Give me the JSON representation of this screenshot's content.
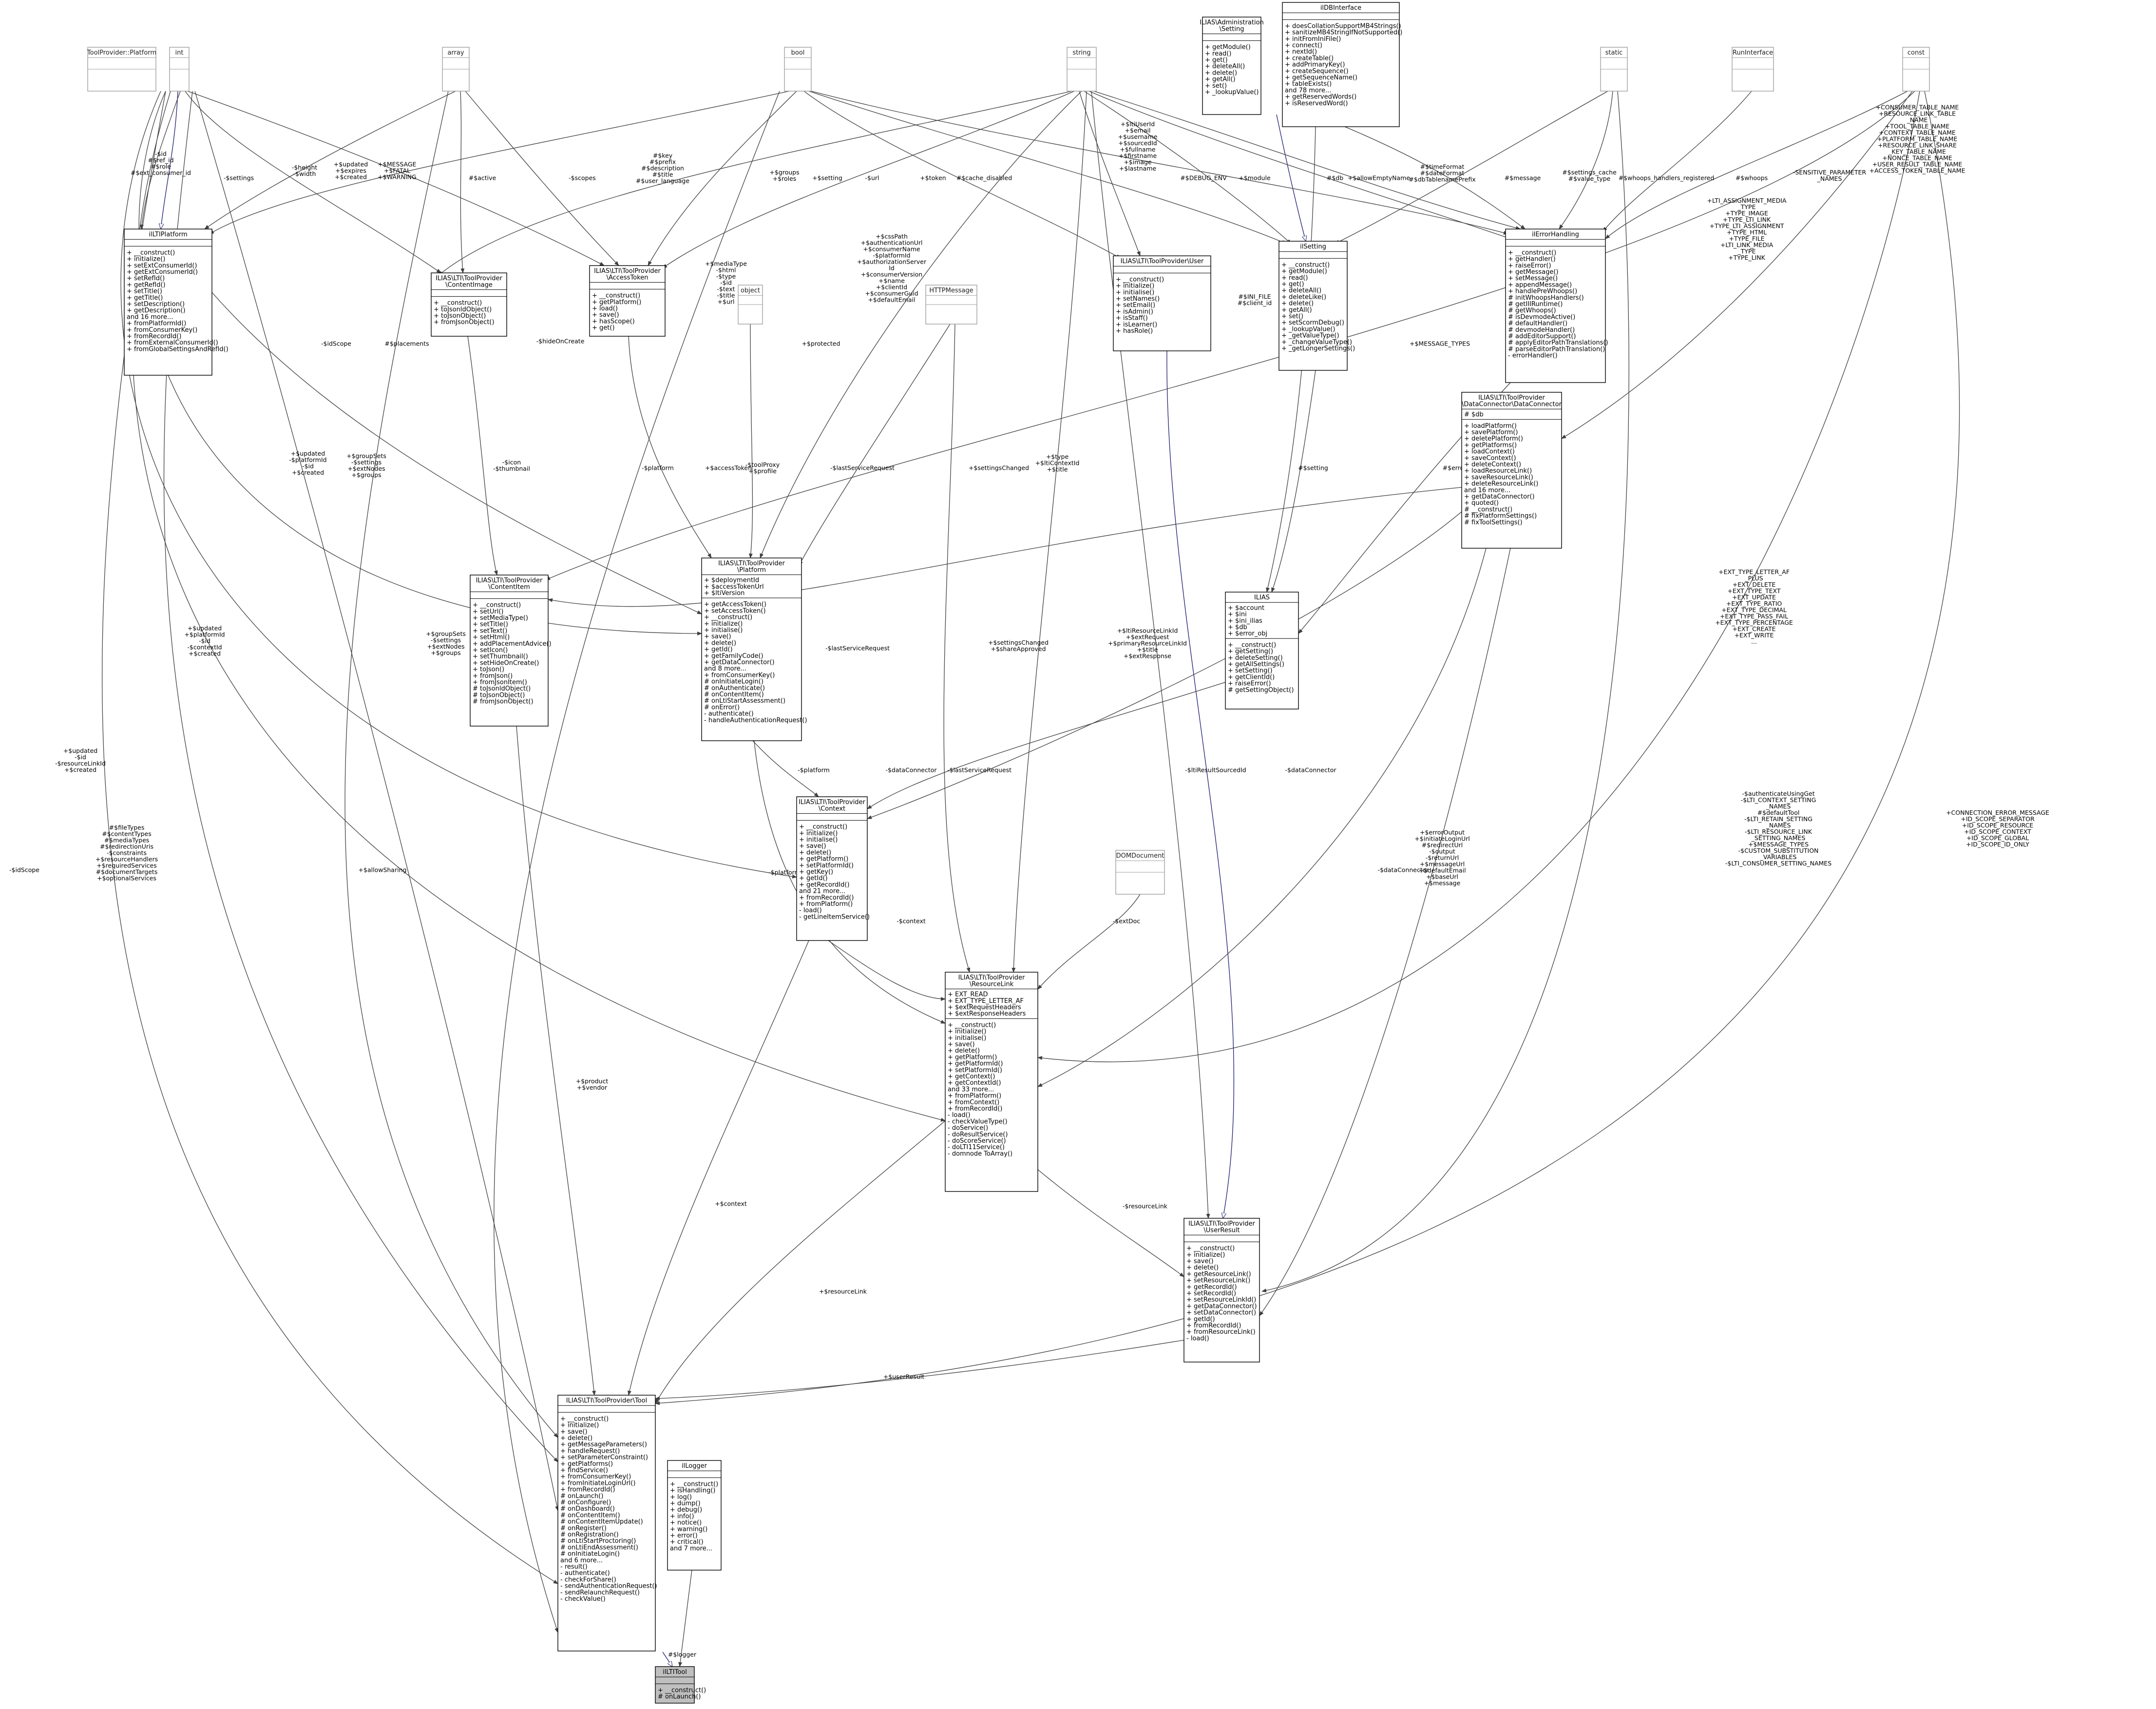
{
  "classes": {
    "toolprovider_platform": {
      "title": [
        "ToolProvider::Platform"
      ],
      "attributes": [],
      "methods": []
    },
    "int": {
      "title": [
        "int"
      ],
      "attributes": [],
      "methods": []
    },
    "array": {
      "title": [
        "array"
      ],
      "attributes": [],
      "methods": []
    },
    "bool": {
      "title": [
        "bool"
      ],
      "attributes": [],
      "methods": []
    },
    "string": {
      "title": [
        "string"
      ],
      "attributes": [],
      "methods": []
    },
    "ilias_setting": {
      "title": [
        "ILIAS\\Administration",
        "\\Setting"
      ],
      "attributes": [],
      "methods": [
        "+ getModule()",
        "+ read()",
        "+ get()",
        "+ deleteAll()",
        "+ delete()",
        "+ getAll()",
        "+ set()",
        "+ _lookupValue()"
      ]
    },
    "ildbinterface": {
      "title": [
        "ilDBInterface"
      ],
      "attributes": [],
      "methods": [
        "+ doesCollationSupportMB4Strings()",
        "+ sanitizeMB4StringIfNotSupported()",
        "+ initFromIniFile()",
        "+ connect()",
        "+ nextId()",
        "+ createTable()",
        "+ addPrimaryKey()",
        "+ createSequence()",
        "+ getSequenceName()",
        "+ tableExists()",
        "and 78 more...",
        "+ getReservedWords()",
        "+ isReservedWord()"
      ]
    },
    "static": {
      "title": [
        "static"
      ],
      "attributes": [],
      "methods": []
    },
    "runinterface": {
      "title": [
        "RunInterface"
      ],
      "attributes": [],
      "methods": []
    },
    "const": {
      "title": [
        "const"
      ],
      "attributes": [],
      "methods": []
    },
    "ilitplatform": {
      "title": [
        "ilLTIPlatform"
      ],
      "attributes": [],
      "methods": [
        "+ __construct()",
        "+ initialize()",
        "+ setExtConsumerId()",
        "+ getExtConsumerId()",
        "+ setRefId()",
        "+ getRefId()",
        "+ setTitle()",
        "+ getTitle()",
        "+ setDescription()",
        "+ getDescription()",
        "and 16 more...",
        "+ fromPlatformId()",
        "+ fromConsumerKey()",
        "+ fromRecordId()",
        "+ fromExternalConsumerId()",
        "+ fromGlobalSettingsAndRefId()"
      ]
    },
    "contentimage": {
      "title": [
        "ILIAS\\LTI\\ToolProvider",
        "\\ContentImage"
      ],
      "attributes": [],
      "methods": [
        "+ __construct()",
        "+ toJsonldObject()",
        "+ toJsonObject()",
        "+ fromJsonObject()"
      ]
    },
    "accesstoken": {
      "title": [
        "ILIAS\\LTI\\ToolProvider",
        "\\AccessToken"
      ],
      "attributes": [],
      "methods": [
        "+ __construct()",
        "+ getPlatform()",
        "+ load()",
        "+ save()",
        "+ hasScope()",
        "+ get()"
      ]
    },
    "object": {
      "title": [
        "object"
      ],
      "attributes": [],
      "methods": []
    },
    "httpmessage": {
      "title": [
        "HTTPMessage"
      ],
      "attributes": [],
      "methods": []
    },
    "ltiuser": {
      "title": [
        "ILIAS\\LTI\\ToolProvider\\User"
      ],
      "attributes": [],
      "methods": [
        "+ __construct()",
        "+ initialize()",
        "+ initialise()",
        "+ setNames()",
        "+ setEmail()",
        "+ isAdmin()",
        "+ isStaff()",
        "+ isLearner()",
        "+ hasRole()"
      ]
    },
    "ilsetting": {
      "title": [
        "ilSetting"
      ],
      "attributes": [],
      "methods": [
        "+ __construct()",
        "+ getModule()",
        "+ read()",
        "+ get()",
        "+ deleteAll()",
        "+ deleteLike()",
        "+ delete()",
        "+ getAll()",
        "+ set()",
        "+ setScormDebug()",
        "+ _lookupValue()",
        "+ _getValueType()",
        "+ _changeValueType()",
        "+ _getLongerSettings()"
      ]
    },
    "ilerrorhandling": {
      "title": [
        "ilErrorHandling"
      ],
      "attributes": [],
      "methods": [
        "+ __construct()",
        "+ getHandler()",
        "+ raiseError()",
        "+ getMessage()",
        "+ setMessage()",
        "+ appendMessage()",
        "+ handlePreWhoops()",
        "# initWhoopsHandlers()",
        "# getIIIRuntime()",
        "# getWhoops()",
        "# isDevmodeActive()",
        "# defaultHandler()",
        "# devmodeHandler()",
        "# addEditorSupport()",
        "# applyEditorPathTranslations()",
        "# parseEditorPathTranslation()",
        "- errorHandler()"
      ]
    },
    "dataconnector": {
      "title": [
        "ILIAS\\LTI\\ToolProvider",
        "\\DataConnector\\DataConnector"
      ],
      "attributes": [
        "# $db"
      ],
      "methods": [
        "+ loadPlatform()",
        "+ savePlatform()",
        "+ deletePlatform()",
        "+ getPlatforms()",
        "+ loadContext()",
        "+ saveContext()",
        "+ deleteContext()",
        "+ loadResourceLink()",
        "+ saveResourceLink()",
        "+ deleteResourceLink()",
        "and 16 more...",
        "+ getDataConnector()",
        "+ quoted()",
        "# __construct()",
        "# fixPlatformSettings()",
        "# fixToolSettings()"
      ]
    },
    "ilias": {
      "title": [
        "ILIAS"
      ],
      "attributes": [
        "+ $account",
        "+ $ini",
        "+ $ini_ilias",
        "+ $db",
        "+ $error_obj"
      ],
      "methods": [
        "+ __construct()",
        "+ getSetting()",
        "+ deleteSetting()",
        "+ getAllSettings()",
        "+ setSetting()",
        "+ getClientId()",
        "+ raiseError()",
        "# getSettingObject()"
      ]
    },
    "contentitem": {
      "title": [
        "ILIAS\\LTI\\ToolProvider",
        "\\ContentItem"
      ],
      "attributes": [],
      "methods": [
        "+ __construct()",
        "+ setUrl()",
        "+ setMediaType()",
        "+ setTitle()",
        "+ setText()",
        "+ setHtml()",
        "+ addPlacementAdvice()",
        "+ setIcon()",
        "+ setThumbnail()",
        "+ setHideOnCreate()",
        "+ toJson()",
        "+ fromJson()",
        "+ fromJsonItem()",
        "# toJsonldObject()",
        "# toJsonObject()",
        "# fromJsonObject()"
      ]
    },
    "ltiplatform": {
      "title": [
        "ILIAS\\LTI\\ToolProvider",
        "\\Platform"
      ],
      "attributes": [
        "+ $deploymentId",
        "+ $accessTokenUrl",
        "+ $ltiVersion"
      ],
      "methods": [
        "+ getAccessToken()",
        "+ setAccessToken()",
        "+ __construct()",
        "+ initialize()",
        "+ initialise()",
        "+ save()",
        "+ delete()",
        "+ getId()",
        "+ getFamilyCode()",
        "+ getDataConnector()",
        "and 8 more...",
        "+ fromConsumerKey()",
        "# onInitiateLogin()",
        "# onAuthenticate()",
        "# onContentItem()",
        "# onLtiStartAssessment()",
        "# onError()",
        "- authenticate()",
        "- handleAuthenticationRequest()"
      ]
    },
    "context": {
      "title": [
        "ILIAS\\LTI\\ToolProvider",
        "\\Context"
      ],
      "attributes": [],
      "methods": [
        "+ __construct()",
        "+ initialize()",
        "+ initialise()",
        "+ save()",
        "+ delete()",
        "+ getPlatform()",
        "+ setPlatformId()",
        "+ getKey()",
        "+ getId()",
        "+ getRecordId()",
        "and 21 more...",
        "+ fromRecordId()",
        "+ fromPlatform()",
        "- load()",
        "- getLineItemService()"
      ]
    },
    "domdocument": {
      "title": [
        "DOMDocument"
      ],
      "attributes": [],
      "methods": []
    },
    "resourcelink": {
      "title": [
        "ILIAS\\LTI\\ToolProvider",
        "\\ResourceLink"
      ],
      "attributes": [
        "+ EXT_READ",
        "+ EXT_TYPE_LETTER_AF",
        "+ $extRequestHeaders",
        "+ $extResponseHeaders"
      ],
      "methods": [
        "+ __construct()",
        "+ initialize()",
        "+ initialise()",
        "+ save()",
        "+ delete()",
        "+ getPlatform()",
        "+ getPlatformId()",
        "+ setPlatformId()",
        "+ getContext()",
        "+ getContextId()",
        "and 33 more...",
        "+ fromPlatform()",
        "+ fromContext()",
        "+ fromRecordId()",
        "- load()",
        "- checkValueType()",
        "- doService()",
        "- doResultService()",
        "- doScoreService()",
        "- doLTI11Service()",
        "- domnode ToArray()"
      ]
    },
    "userresult": {
      "title": [
        "ILIAS\\LTI\\ToolProvider",
        "\\UserResult"
      ],
      "attributes": [],
      "methods": [
        "+ __construct()",
        "+ initialize()",
        "+ save()",
        "+ delete()",
        "+ getResourceLink()",
        "+ setResourceLink()",
        "+ getRecordId()",
        "+ setRecordId()",
        "+ setResourceLinkId()",
        "+ getDataConnector()",
        "+ setDataConnector()",
        "+ getId()",
        "+ fromRecordId()",
        "+ fromResourceLink()",
        "- load()"
      ]
    },
    "tool": {
      "title": [
        "ILIAS\\LTI\\ToolProvider\\Tool"
      ],
      "attributes": [],
      "methods": [
        "+ __construct()",
        "+ initialize()",
        "+ save()",
        "+ delete()",
        "+ getMessageParameters()",
        "+ handleRequest()",
        "+ setParameterConstraint()",
        "+ getPlatforms()",
        "+ findService()",
        "+ fromConsumerKey()",
        "+ fromInitiateLoginUrl()",
        "+ fromRecordId()",
        "# onLaunch()",
        "# onConfigure()",
        "# onDashboard()",
        "# onContentItem()",
        "# onContentItemUpdate()",
        "# onRegister()",
        "# onRegistration()",
        "# onLtiStartProctoring()",
        "# onLtiEndAssessment()",
        "# onInitiateLogin()",
        "and 6 more...",
        "- result()",
        "- authenticate()",
        "- checkForShare()",
        "- sendAuthenticationRequest()",
        "- sendRelaunchRequest()",
        "- checkValue()"
      ]
    },
    "illogger": {
      "title": [
        "ilLogger"
      ],
      "attributes": [],
      "methods": [
        "+ __construct()",
        "+ isHandling()",
        "+ log()",
        "+ dump()",
        "+ debug()",
        "+ info()",
        "+ notice()",
        "+ warning()",
        "+ error()",
        "+ critical()",
        "and 7 more..."
      ]
    },
    "illtitool": {
      "title": [
        "ilLTITool"
      ],
      "attributes": [],
      "methods": [
        "+ __construct()",
        "# onLaunch()"
      ]
    }
  },
  "edge_labels": {
    "a1": [
      "-$id",
      "#$ref_id",
      "#$role",
      "#$ext_consumer_id"
    ],
    "a2": [
      "-$settings"
    ],
    "a3": [
      "-$height",
      "-$width"
    ],
    "a4": [
      "+$updated",
      "+$expires",
      "+$created"
    ],
    "a5": [
      "+$MESSAGE",
      "+$FATAL",
      "+$WARNING"
    ],
    "a6": [
      "#$active"
    ],
    "a7": [
      "-$scopes"
    ],
    "a8": [
      "#$key",
      "#$prefix",
      "#$description",
      "#$title",
      "#$user_language"
    ],
    "a9": [
      "+$groups",
      "+$roles"
    ],
    "a10": [
      "+$setting"
    ],
    "a11": [
      "-$url"
    ],
    "a12": [
      "+$token"
    ],
    "a13": [
      "#$cache_disabled"
    ],
    "a14": [
      "#$DEBUG_ENV"
    ],
    "a15": [
      "+$ltiUserId",
      "+$email",
      "+$username",
      "+$sourcedId",
      "+$fullname",
      "+$firstname",
      "+$image",
      "+$lastname"
    ],
    "a16": [
      "+$module"
    ],
    "a17": [
      "#$db"
    ],
    "a18": [
      "+$allowEmptyName"
    ],
    "a19": [
      "#$timeFormat",
      "#$dateFormat",
      "#$dbTablenamePrefix"
    ],
    "a20": [
      "#$message"
    ],
    "a21": [
      "#$settings_cache",
      "#$value_type"
    ],
    "a22": [
      "#$whoops_handlers_registered"
    ],
    "a23": [
      "#$whoops"
    ],
    "a24": [
      "-SENSITIVE_PARAMETER",
      "_NAMES"
    ],
    "a25": [
      "+CONSUMER_TABLE_NAME",
      "+RESOURCE_LINK_TABLE",
      "_NAME",
      "+TOOL_TABLE_NAME",
      "+CONTEXT_TABLE_NAME",
      "+PLATFORM_TABLE_NAME",
      "+RESOURCE_LINK_SHARE",
      "_KEY_TABLE_NAME",
      "+NONCE_TABLE_NAME",
      "+USER_RESULT_TABLE_NAME",
      "+ACCESS_TOKEN_TABLE_NAME"
    ],
    "a26": [
      "+$mediaType",
      "-$html",
      "-$type",
      "-$id",
      "-$text",
      "-$title",
      "+$url"
    ],
    "a27": [
      "+$cssPath",
      "+$authenticationUrl",
      "+$consumerName",
      "-$platformId",
      "+$authorizationServer",
      "Id",
      "+$consumerVersion",
      "+$name",
      "+$clientId",
      "+$consumerGuid",
      "+$defaultEmail"
    ],
    "a28": [
      "#$INI_FILE",
      "#$client_id"
    ],
    "a29": [
      "+LTI_ASSIGNMENT_MEDIA",
      "_TYPE",
      "+TYPE_IMAGE",
      "+TYPE_LTI_LINK",
      "+TYPE_LTI_ASSIGNMENT",
      "+TYPE_HTML",
      "+TYPE_FILE",
      "+LTI_LINK_MEDIA",
      "_TYPE",
      "+TYPE_LINK"
    ],
    "a30": [
      "-$hideOnCreate"
    ],
    "a31": [
      "-$idScope"
    ],
    "a32": [
      "#$placements"
    ],
    "a33": [
      "+$MESSAGE_TYPES"
    ],
    "a34": [
      "+$protected"
    ],
    "a35": [
      "-$toolProxy",
      "+$profile"
    ],
    "a36": [
      "-$lastServiceRequest"
    ],
    "a37": [
      "+$accessToken"
    ],
    "a38": [
      "-$platform"
    ],
    "a39": [
      "+$settingsChanged"
    ],
    "a40": [
      "+$type",
      "+$ltiContextId",
      "+$title"
    ],
    "a41": [
      "#$error"
    ],
    "a42": [
      "#$setting"
    ],
    "a43": [
      "-$icon",
      "-$thumbnail"
    ],
    "a44": [
      "+$updated",
      "-$platformId",
      "-$id",
      "+$created"
    ],
    "a45": [
      "+$groupSets",
      "-$settings",
      "+$extNodes",
      "+$groups"
    ],
    "a46": [
      "+$groupSets",
      "-$settings",
      "+$extNodes",
      "+$groups"
    ],
    "a47": [
      "-$lastServiceRequest"
    ],
    "a48": [
      "+$settingsChanged",
      "+$shareApproved"
    ],
    "a49": [
      "+$ltiResourceLinkId",
      "+$extRequest",
      "+$primaryResourceLinkId",
      "+$title",
      "+$extResponse"
    ],
    "a50": [
      "+$updated",
      "+$platformId",
      "-$id",
      "-$contextId",
      "+$created"
    ],
    "a51": [
      "+$updated",
      "-$id",
      "-$resourceLinkId",
      "+$created"
    ],
    "a52": [
      "-$platform"
    ],
    "a53": [
      "-$dataConnector"
    ],
    "a54": [
      "+EXT_TYPE_LETTER_AF",
      "_PLUS",
      "+EXT_DELETE",
      "+EXT_TYPE_TEXT",
      "+EXT_UPDATE",
      "+EXT_TYPE_RATIO",
      "+EXT_TYPE_DECIMAL",
      "+EXT_TYPE_PASS_FAIL",
      "+EXT_TYPE_PERCENTAGE",
      "+EXT_CREATE",
      "+EXT_WRITE",
      "..."
    ],
    "a55": [
      "-$lastServiceRequest"
    ],
    "a56": [
      "-$ltiResultSourcedId"
    ],
    "a57": [
      "-$dataConnector"
    ],
    "a58": [
      "-$idScope"
    ],
    "a59": [
      "#$fileTypes",
      "#$contentTypes",
      "#$mediaTypes",
      "#$redirectionUris",
      "-$constraints",
      "+$resourceHandlers",
      "+$requiredServices",
      "#$documentTargets",
      "+$optionalServices"
    ],
    "a60": [
      "+$allowSharing"
    ],
    "a61": [
      "-$platform"
    ],
    "a62": [
      "-$context"
    ],
    "a63": [
      "-$extDoc"
    ],
    "a64": [
      "+$errorOutput",
      "+$initiateLoginUrl",
      "#$redirectUrl",
      "-$output",
      "-$returnUrl",
      "+$messageUrl",
      "+$defaultEmail",
      "+$baseUrl",
      "+$message"
    ],
    "a65": [
      "-$dataConnector"
    ],
    "a66": [
      "-$authenticateUsingGet",
      "-$LTI_CONTEXT_SETTING",
      "_NAMES",
      "#$defaultTool",
      "-$LTI_RETAIN_SETTING",
      "_NAMES",
      "-$LTI_RESOURCE_LINK",
      "_SETTING_NAMES",
      "+$MESSAGE_TYPES",
      "-$CUSTOM_SUBSTITUTION",
      "_VARIABLES",
      "-$LTI_CONSUMER_SETTING_NAMES"
    ],
    "a67": [
      "+CONNECTION_ERROR_MESSAGE",
      "+ID_SCOPE_SEPARATOR",
      "+ID_SCOPE_RESOURCE",
      "+ID_SCOPE_CONTEXT",
      "+ID_SCOPE_GLOBAL",
      "+ID_SCOPE_ID_ONLY"
    ],
    "a68": [
      "+$product",
      "+$vendor"
    ],
    "a69": [
      "+$context"
    ],
    "a70": [
      "+$resourceLink"
    ],
    "a71": [
      "-$resourceLink"
    ],
    "a72": [
      "+$userResult"
    ],
    "a73": [
      "#$logger"
    ]
  },
  "colors": {
    "box_border": "#000000",
    "ghost_border": "#a0a0a0",
    "edge": "#404040",
    "inheritance_edge": "#191970",
    "highlight_fill": "#bfbfbf",
    "background": "#ffffff"
  }
}
